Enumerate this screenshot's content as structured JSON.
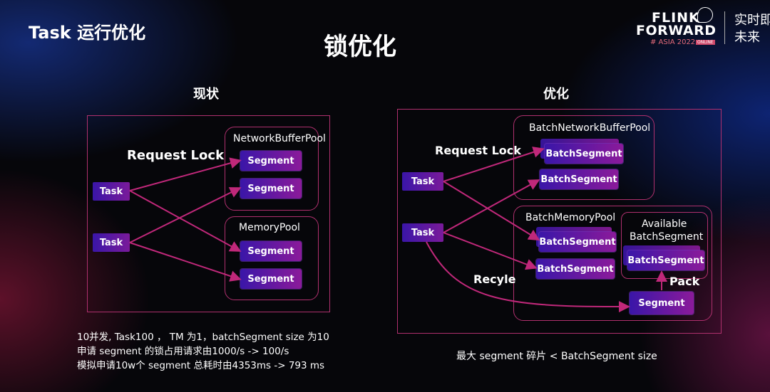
{
  "header": {
    "section_title": "Task 运行优化",
    "page_title": "锁优化"
  },
  "logo": {
    "flink": "FLINK",
    "forward": "FORWARD",
    "asia": "# ASIA 2022",
    "online": "ONLINE",
    "cn_line1": "实时即",
    "cn_line2": "未来"
  },
  "left": {
    "heading": "现状",
    "request_lock": "Request Lock",
    "task1": "Task",
    "task2": "Task",
    "pool1_title": "NetworkBufferPool",
    "pool2_title": "MemoryPool",
    "seg1": "Segment",
    "seg2": "Segment",
    "seg3": "Segment",
    "seg4": "Segment",
    "notes": [
      "10并发, Task100 ， TM 为1，batchSegment size 为10",
      "申请 segment 的锁占用请求由1000/s -> 100/s",
      "模拟申请10w个 segment 总耗时由4353ms -> 793 ms"
    ]
  },
  "right": {
    "heading": "优化",
    "request_lock": "Request Lock",
    "task1": "Task",
    "task2": "Task",
    "pool1_title": "BatchNetworkBufferPool",
    "pool2_title": "BatchMemoryPool",
    "available_line1": "Available",
    "available_line2": "BatchSegment",
    "bseg1": "BatchSegment",
    "bseg2": "BatchSegment",
    "bseg3": "BatchSegment",
    "bseg4": "BatchSegment",
    "bseg_available": "BatchSegment",
    "recyle": "Recyle",
    "pack": "Pack",
    "segment": "Segment",
    "footer": "最大 segment 碎片 < BatchSegment size"
  },
  "colors": {
    "border": "#b0306e",
    "arrow": "#c0287a",
    "segment_start": "#3a16a8",
    "segment_end": "#8b1a9a"
  }
}
